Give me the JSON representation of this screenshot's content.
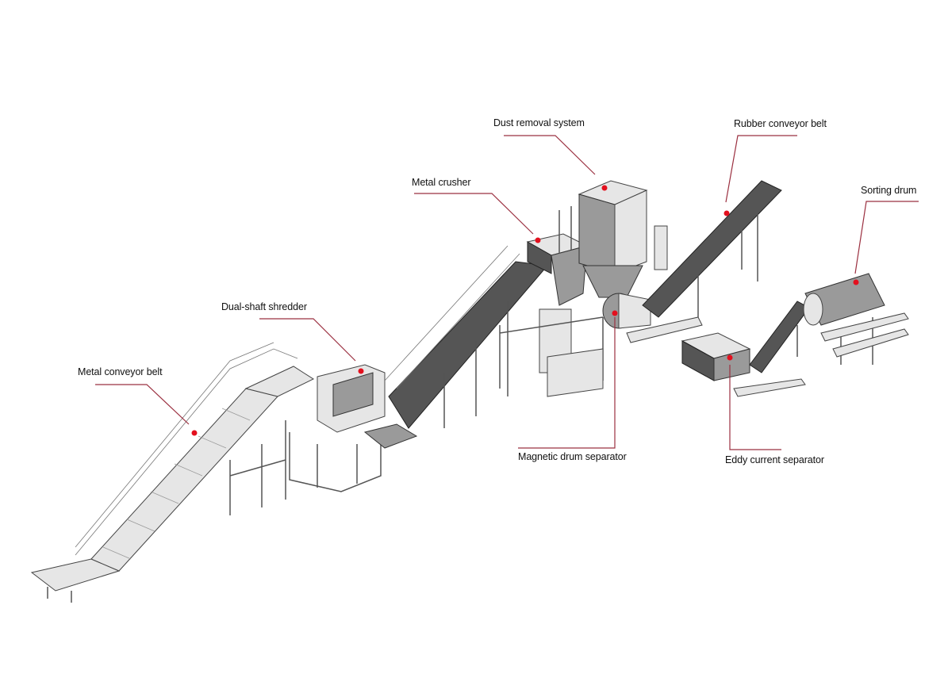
{
  "diagram": {
    "labels": {
      "dust_removal": "Dust removal system",
      "rubber_conveyor": "Rubber conveyor belt",
      "sorting_drum": "Sorting drum",
      "metal_crusher": "Metal crusher",
      "dual_shaft_shredder": "Dual-shaft shredder",
      "metal_conveyor": "Metal conveyor belt",
      "magnetic_drum": "Magnetic drum separator",
      "eddy_current": "Eddy current separator"
    },
    "colors": {
      "leader": "#9b3040",
      "marker": "#e3101e"
    }
  }
}
